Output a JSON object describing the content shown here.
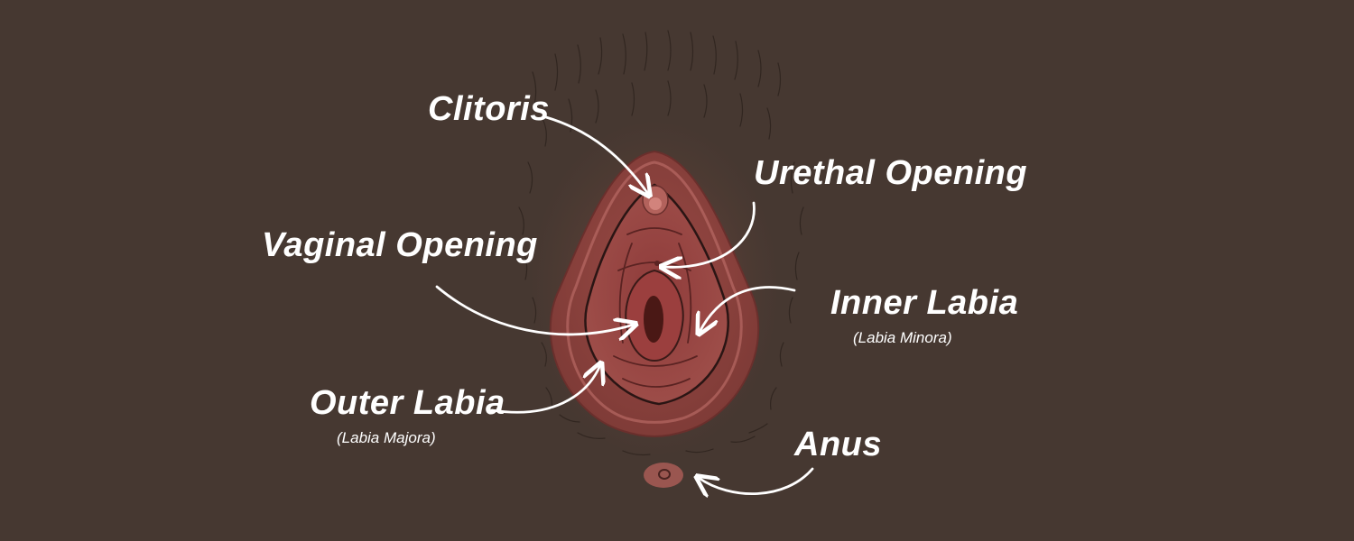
{
  "labels": {
    "clitoris": "Clitoris",
    "urethral_opening": "Urethal Opening",
    "vaginal_opening": "Vaginal Opening",
    "inner_labia": "Inner Labia",
    "inner_labia_sub": "(Labia Minora)",
    "outer_labia": "Outer Labia",
    "outer_labia_sub": "(Labia Majora)",
    "anus": "Anus"
  },
  "colors": {
    "background": "#463831",
    "label_text": "#ffffff",
    "arrow": "#ffffff"
  }
}
